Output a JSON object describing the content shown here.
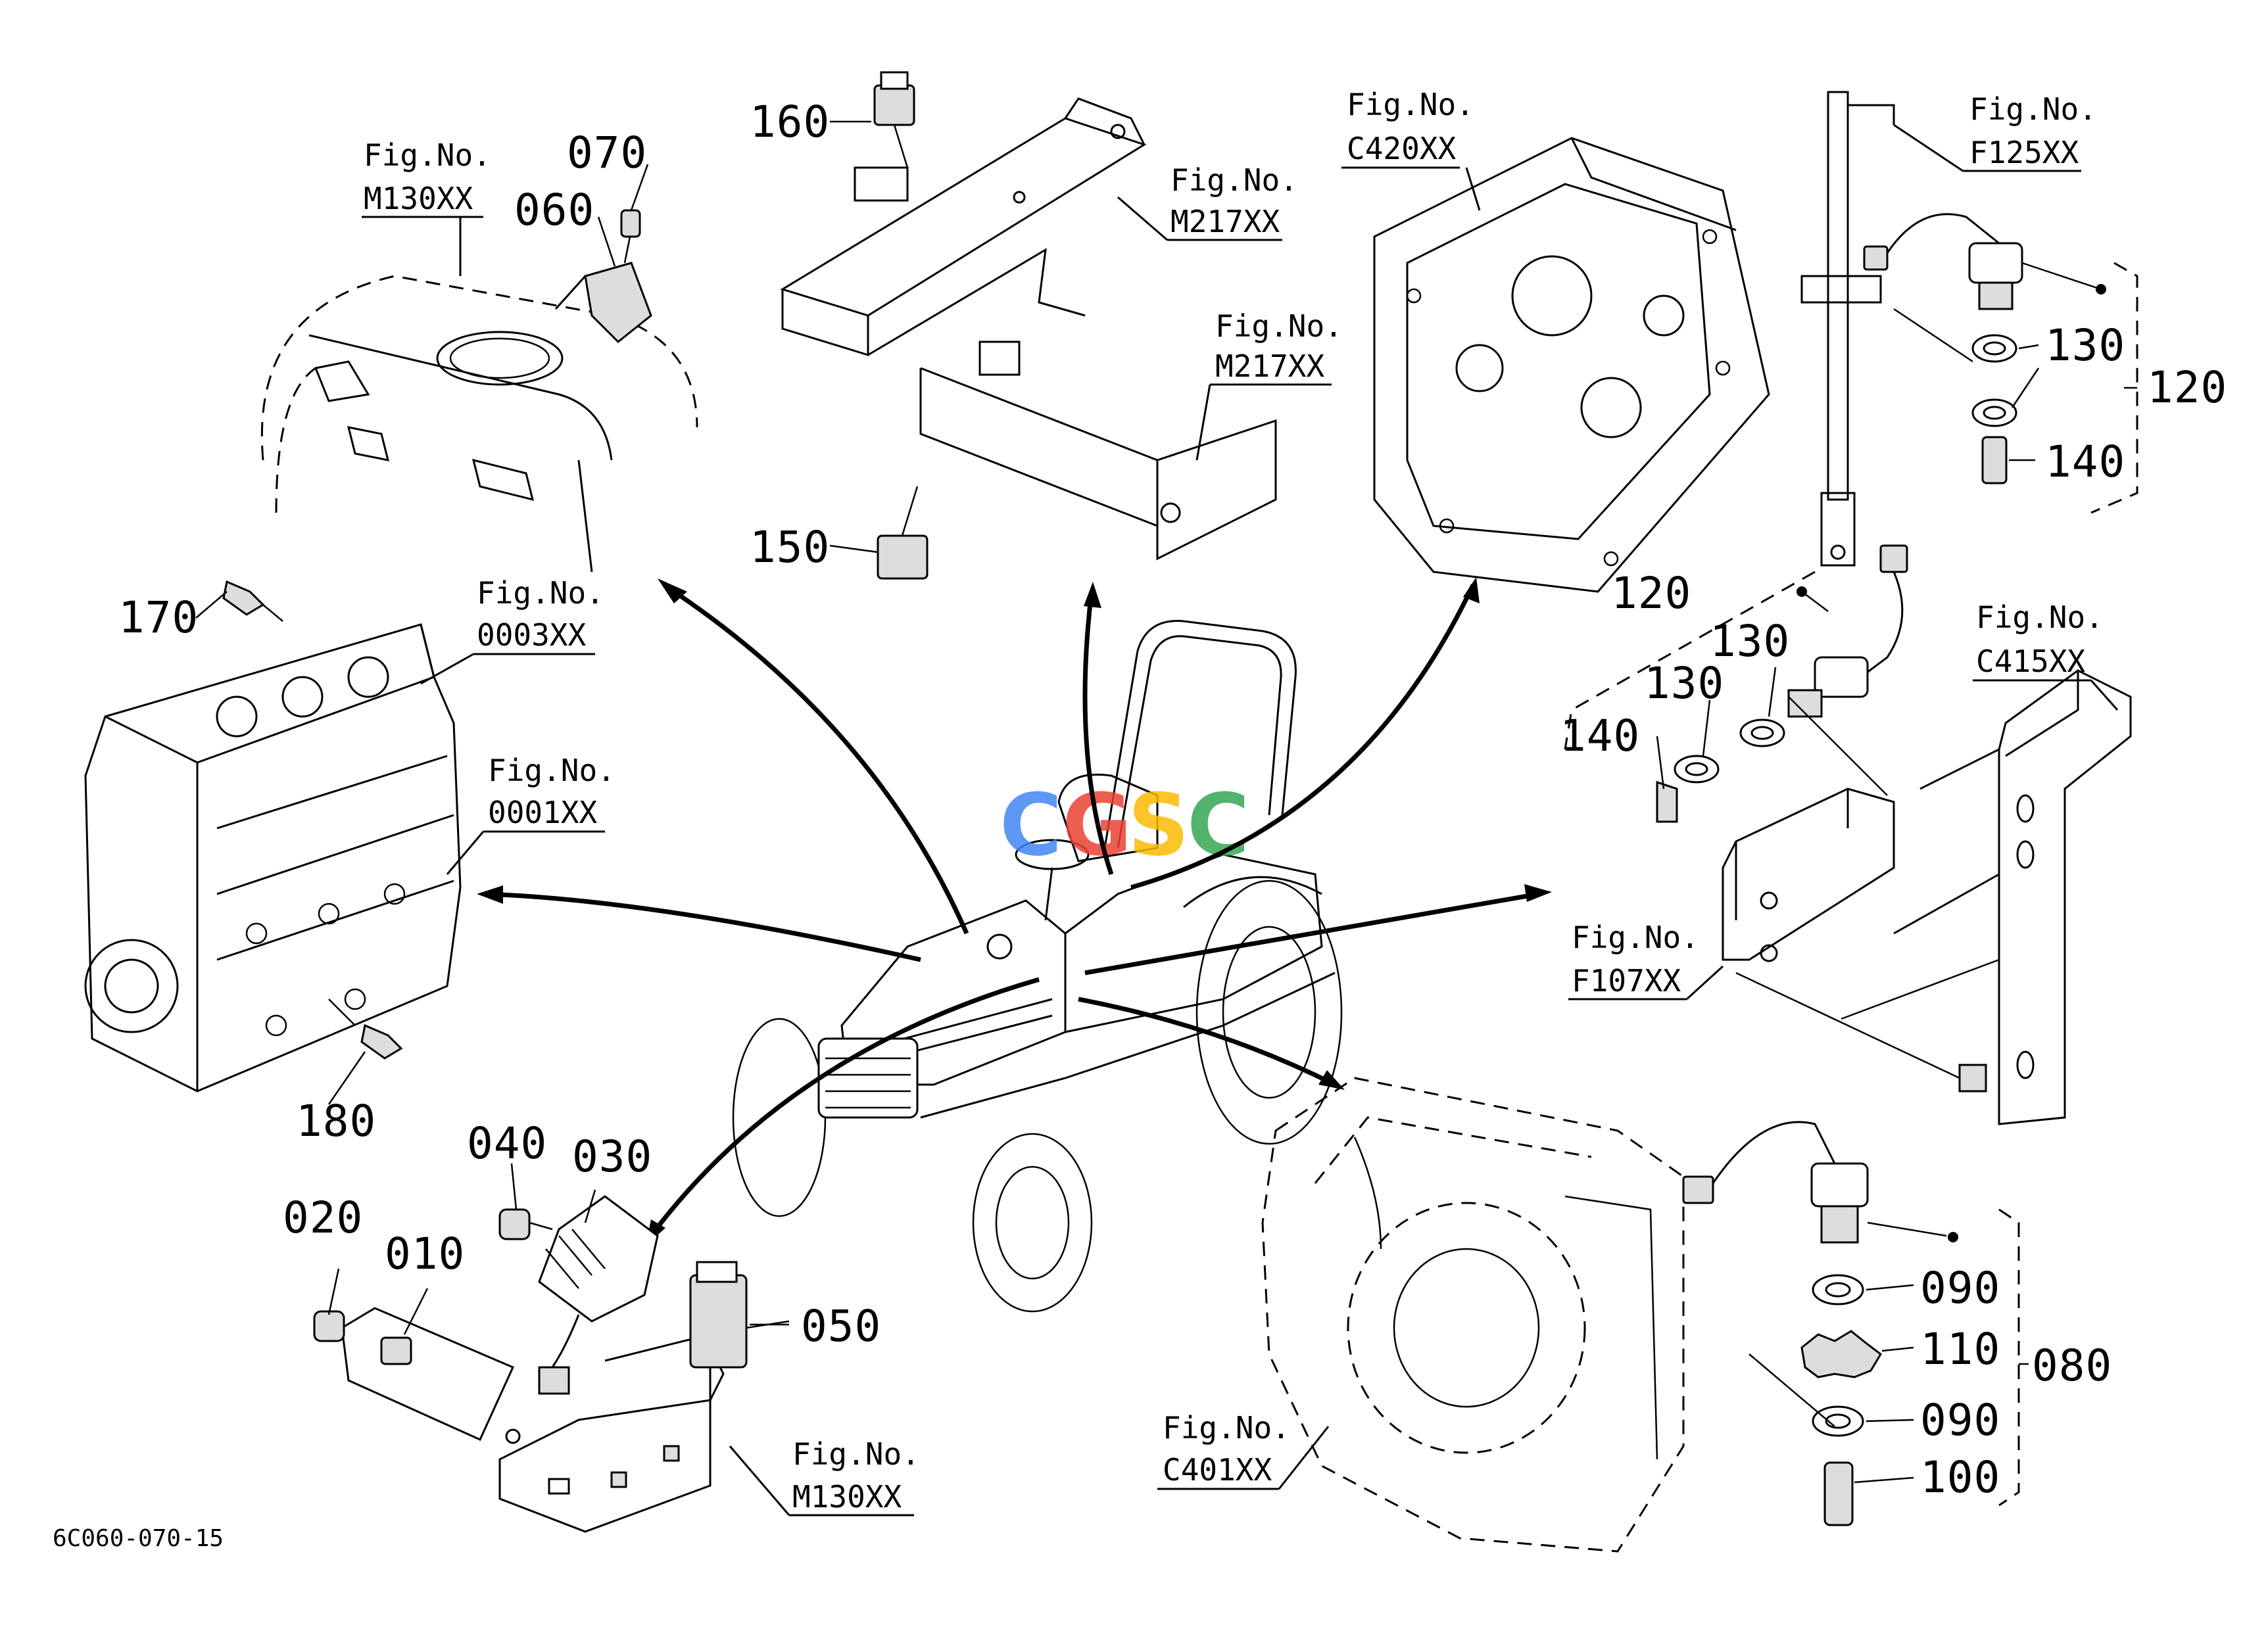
{
  "drawing_code": "6C060-070-15",
  "watermark": {
    "text": "CGSC",
    "colors": [
      "#4285f4",
      "#ea4335",
      "#fbbc05",
      "#34a853"
    ]
  },
  "part_numbers": {
    "p010": "010",
    "p020": "020",
    "p030": "030",
    "p040": "040",
    "p050": "050",
    "p060": "060",
    "p070": "070",
    "p080": "080",
    "p090a": "090",
    "p090b": "090",
    "p100": "100",
    "p110": "110",
    "p120a": "120",
    "p120b": "120",
    "p130a": "130",
    "p130b": "130",
    "p130c": "130",
    "p140a": "140",
    "p140b": "140",
    "p150": "150",
    "p160": "160",
    "p170": "170",
    "p180": "180"
  },
  "figure_refs": {
    "m130_top": {
      "label": "Fig.No.",
      "code": "M130XX"
    },
    "m217_a": {
      "label": "Fig.No.",
      "code": "M217XX"
    },
    "m217_b": {
      "label": "Fig.No.",
      "code": "M217XX"
    },
    "c420": {
      "label": "Fig.No.",
      "code": "C420XX"
    },
    "f125": {
      "label": "Fig.No.",
      "code": "F125XX"
    },
    "f0003": {
      "label": "Fig.No.",
      "code": "0003XX"
    },
    "f0001": {
      "label": "Fig.No.",
      "code": "0001XX"
    },
    "c415": {
      "label": "Fig.No.",
      "code": "C415XX"
    },
    "f107": {
      "label": "Fig.No.",
      "code": "F107XX"
    },
    "m130_bottom": {
      "label": "Fig.No.",
      "code": "M130XX"
    },
    "c401": {
      "label": "Fig.No.",
      "code": "C401XX"
    }
  }
}
